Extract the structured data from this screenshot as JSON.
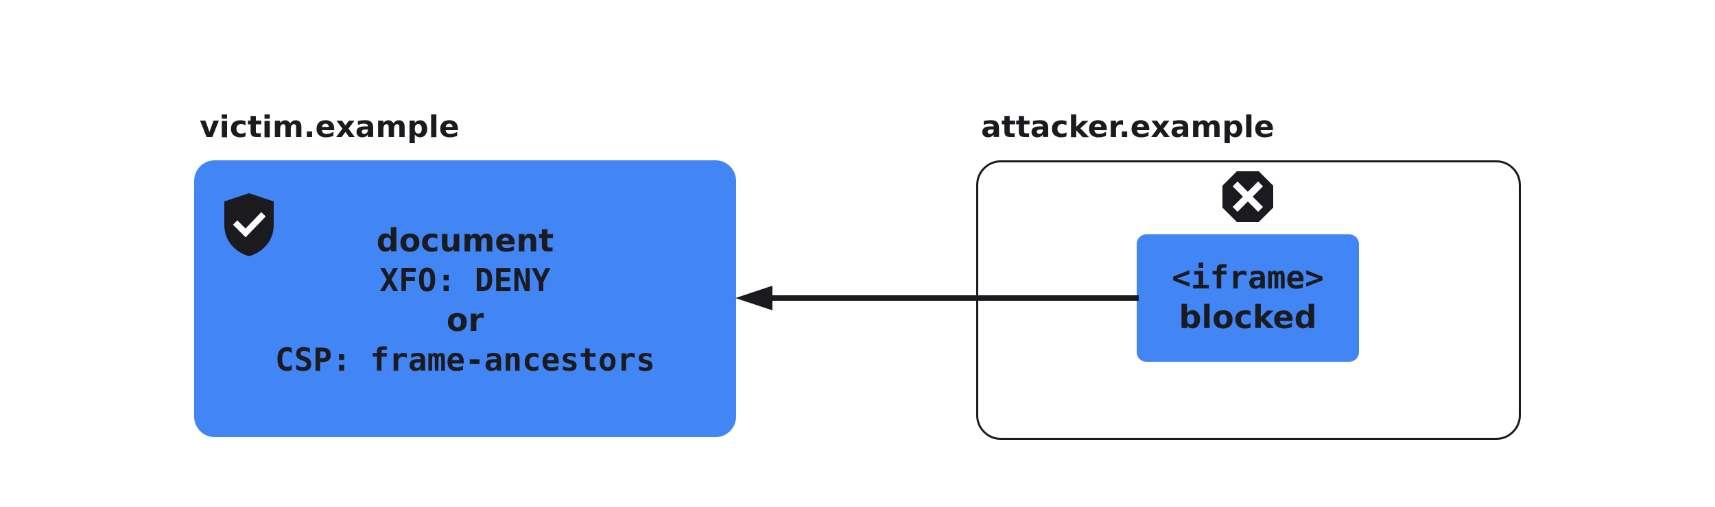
{
  "victim": {
    "domain": "victim.example",
    "lines": [
      "document",
      "XFO: DENY",
      "or",
      "CSP: frame-ancestors"
    ]
  },
  "attacker": {
    "domain": "attacker.example",
    "iframe_lines": [
      "<iframe>",
      "blocked"
    ]
  },
  "icons": {
    "victim_status": "shield-check-icon",
    "iframe_status": "blocked-x-icon"
  },
  "colors": {
    "box_fill": "#4285f4",
    "ink": "#1b1b1f",
    "background": "#ffffff"
  }
}
